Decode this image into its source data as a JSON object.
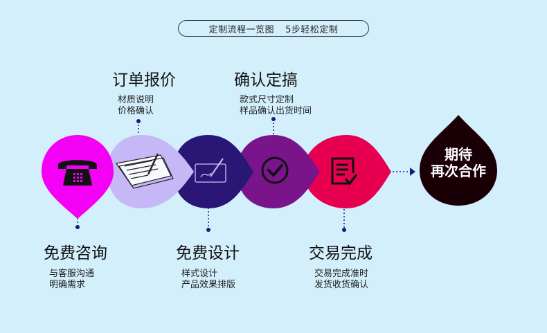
{
  "header": {
    "title_left": "定制流程一览图",
    "title_right": "5步轻松定制"
  },
  "colors": {
    "background": "#d3effc",
    "step1": "#f400f4",
    "step2": "#c6b8f6",
    "step3": "#2a1674",
    "step4": "#7a148a",
    "step5": "#e7004f",
    "final": "#1a0006",
    "dots": "#1a1a7a"
  },
  "steps": [
    {
      "title": "免费咨询",
      "desc1": "与客服沟通",
      "desc2": "明确需求",
      "icon": "telephone-icon"
    },
    {
      "title": "订单报价",
      "desc1": "材质说明",
      "desc2": "价格确认",
      "icon": "document-pen-icon"
    },
    {
      "title": "免费设计",
      "desc1": "样式设计",
      "desc2": "产品效果排版",
      "icon": "tablet-pen-icon"
    },
    {
      "title": "确认定搞",
      "desc1": "款式尺寸定制",
      "desc2": "样品确认出货时间",
      "icon": "check-circle-icon"
    },
    {
      "title": "交易完成",
      "desc1": "交易完成准时",
      "desc2": "发货收货确认",
      "icon": "checklist-icon"
    }
  ],
  "final": {
    "line1": "期待",
    "line2": "再次合作"
  }
}
